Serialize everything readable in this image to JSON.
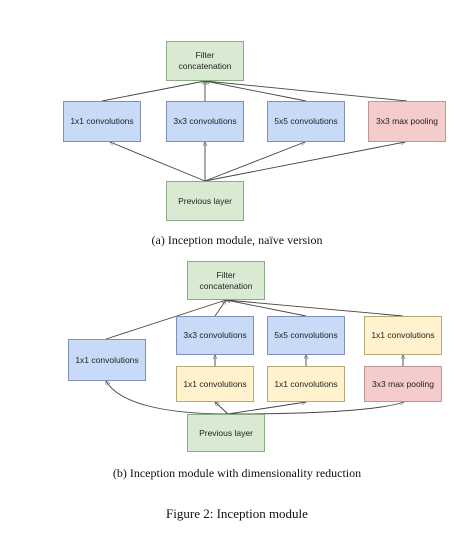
{
  "diagram_a": {
    "filter_concat": "Filter\nconcatenation",
    "conv1x1": "1x1 convolutions",
    "conv3x3": "3x3 convolutions",
    "conv5x5": "5x5 convolutions",
    "maxpool": "3x3 max pooling",
    "previous_layer": "Previous layer",
    "caption": "(a)  Inception module, naïve version"
  },
  "diagram_b": {
    "filter_concat": "Filter\nconcatenation",
    "conv1x1_left": "1x1 convolutions",
    "conv3x3": "3x3 convolutions",
    "conv5x5": "5x5 convolutions",
    "conv1x1_top_right": "1x1 convolutions",
    "conv1x1_reduce_a": "1x1 convolutions",
    "conv1x1_reduce_b": "1x1 convolutions",
    "maxpool": "3x3 max pooling",
    "previous_layer": "Previous layer",
    "caption": "(b)  Inception module with dimensionality reduction"
  },
  "figure_caption": "Figure 2: Inception module",
  "colors": {
    "green": "#d9ead3",
    "blue": "#c9daf8",
    "red": "#f4cccc",
    "yellow": "#fff2cc"
  }
}
